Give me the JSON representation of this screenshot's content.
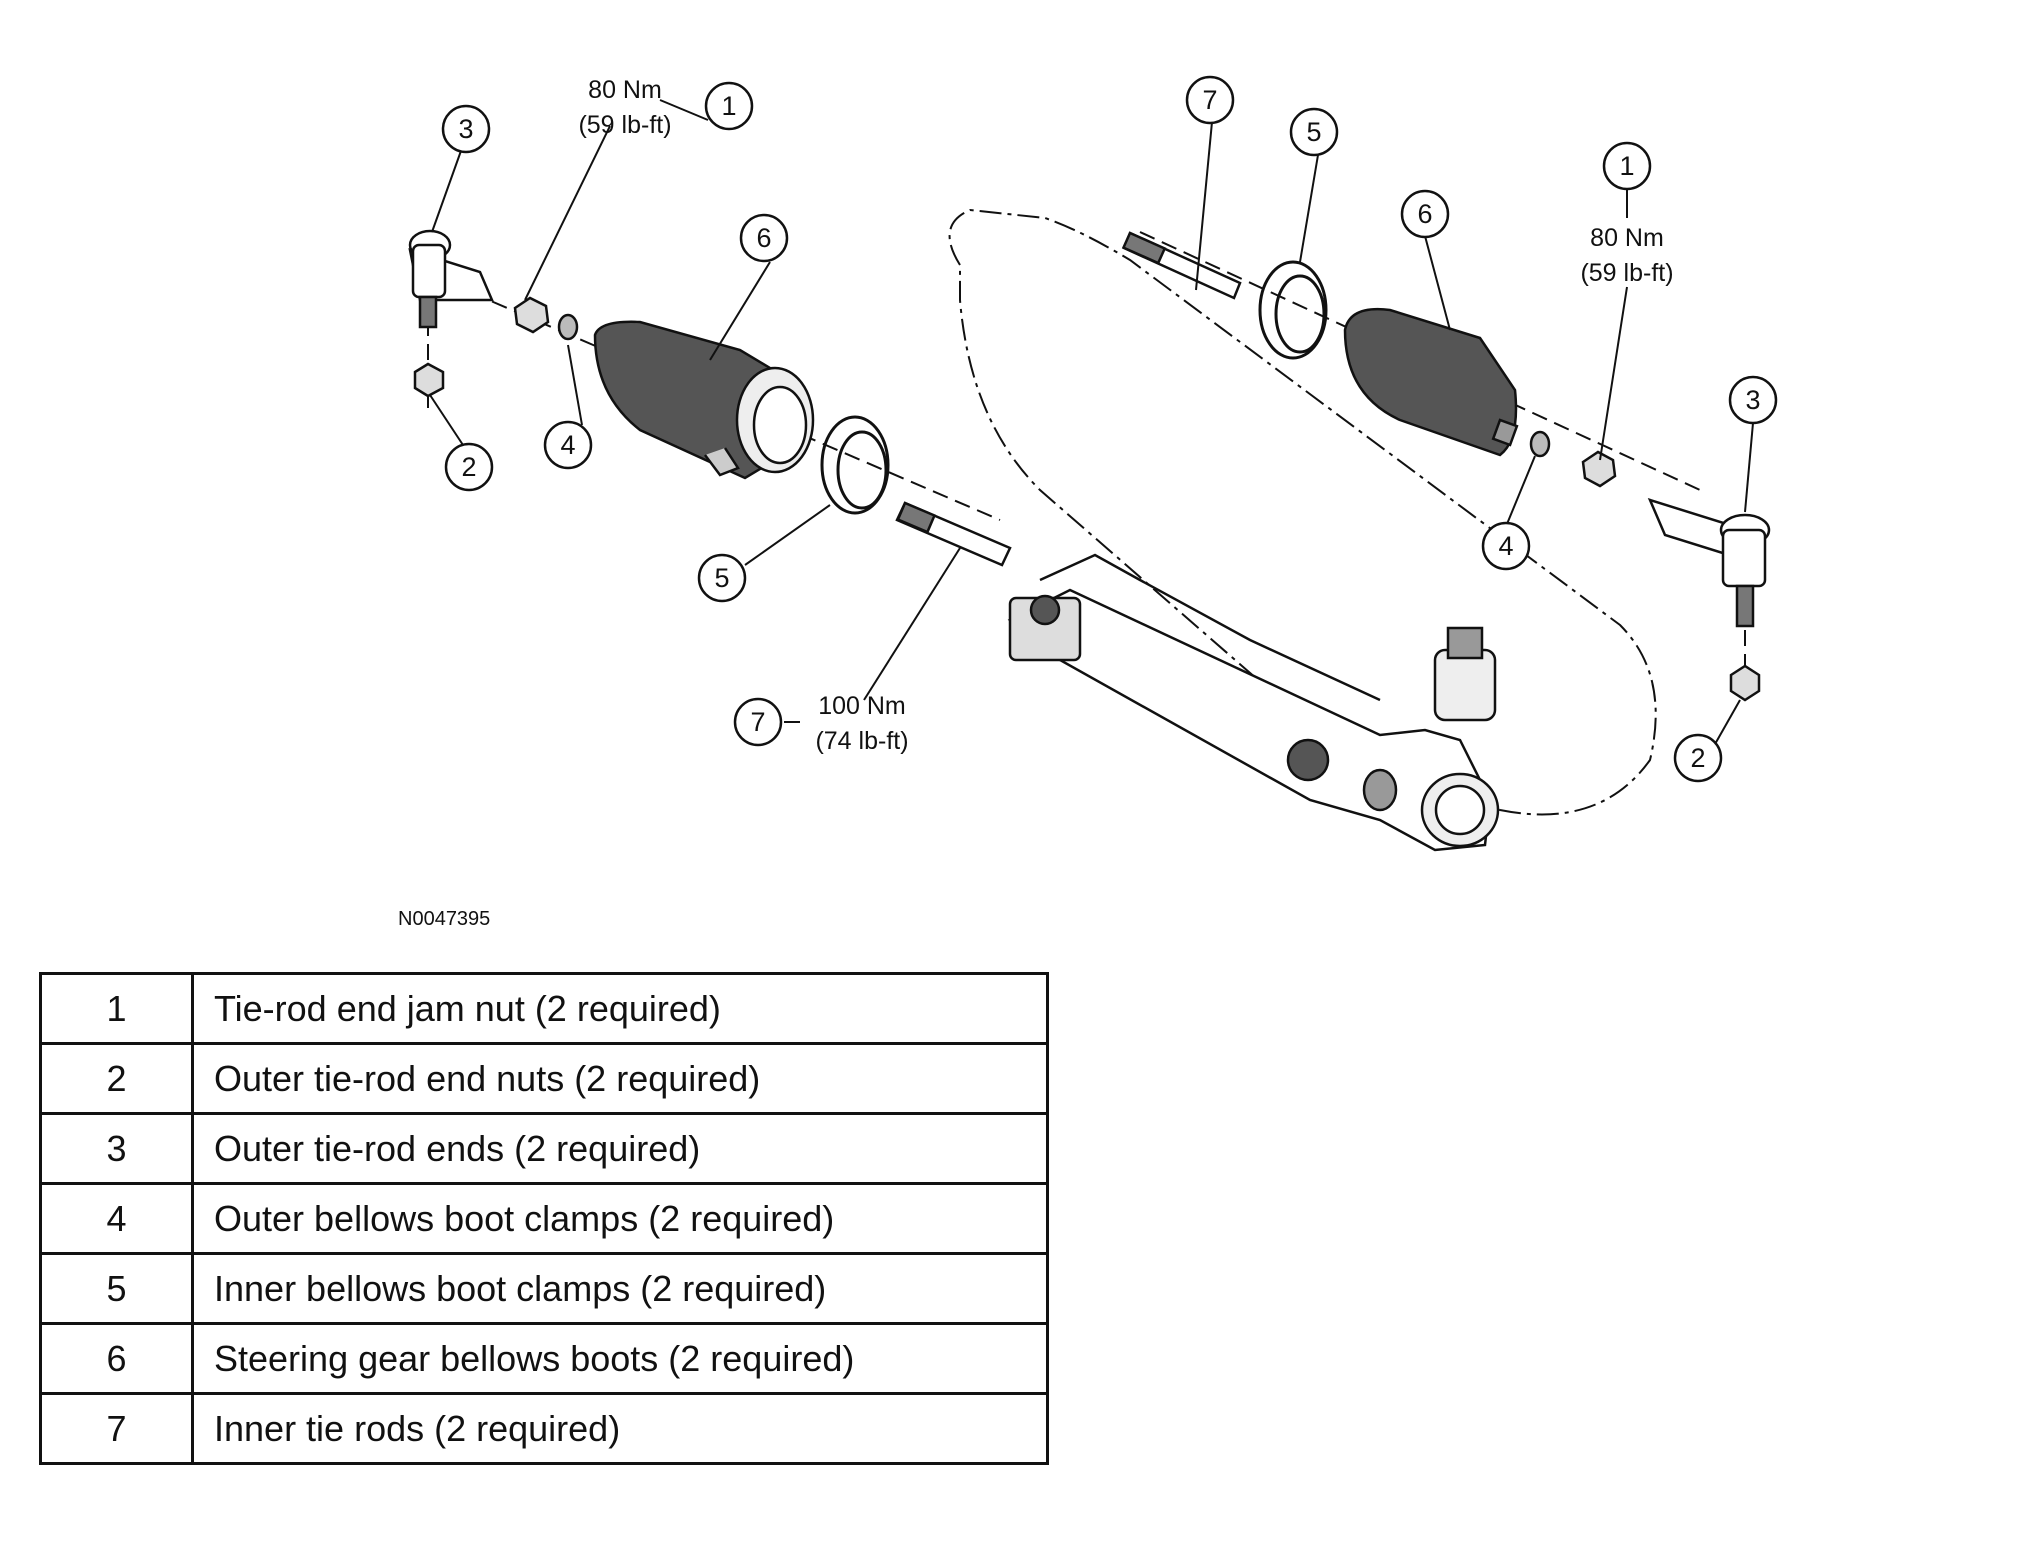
{
  "figure_id": "N0047395",
  "callouts": {
    "left": {
      "c1": "1",
      "c2": "2",
      "c3": "3",
      "c4": "4",
      "c5": "5",
      "c6": "6",
      "c7": "7"
    },
    "right": {
      "c1": "1",
      "c2": "2",
      "c3": "3",
      "c4": "4",
      "c5": "5",
      "c6": "6",
      "c7": "7"
    }
  },
  "torque_specs": {
    "left_jam_nut": {
      "metric": "80 Nm",
      "imperial": "(59 lb-ft)"
    },
    "right_jam_nut": {
      "metric": "80 Nm",
      "imperial": "(59 lb-ft)"
    },
    "inner_tie_rod": {
      "metric": "100 Nm",
      "imperial": "(74 lb-ft)"
    }
  },
  "legend": [
    {
      "num": "1",
      "desc": "Tie-rod end jam nut (2 required)"
    },
    {
      "num": "2",
      "desc": "Outer tie-rod end nuts (2 required)"
    },
    {
      "num": "3",
      "desc": "Outer tie-rod ends (2 required)"
    },
    {
      "num": "4",
      "desc": "Outer bellows boot clamps (2 required)"
    },
    {
      "num": "5",
      "desc": "Inner bellows boot clamps (2 required)"
    },
    {
      "num": "6",
      "desc": "Steering gear bellows boots (2 required)"
    },
    {
      "num": "7",
      "desc": "Inner tie rods (2 required)"
    }
  ]
}
